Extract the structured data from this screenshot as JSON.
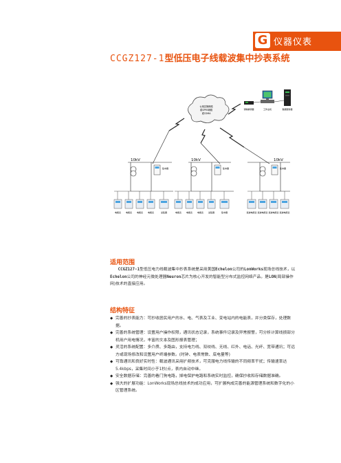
{
  "header": {
    "letter": "G",
    "text": "仪器仪表"
  },
  "title": {
    "code": "CCGZ127-1",
    "name": "型低压电子线载波集中抄表系统"
  },
  "diagram": {
    "cloud_label": [
      "公用交换网络",
      "或GPRS网络",
      "或CDMA"
    ],
    "top_devices": [
      "调制解调器",
      "工作主机",
      "数据服务器"
    ],
    "transformers": [
      "10kV",
      "10kV",
      "10kV"
    ],
    "collector_label": "集中器",
    "meter_groups": [
      [
        "电能表",
        "电能表",
        "电能表",
        "电能表",
        "采集器"
      ],
      [
        "电能表",
        "电能表",
        "电能表",
        "采集器"
      ],
      [
        "载波电能表",
        "载波电能表",
        "载波电能表",
        "载波电能表"
      ]
    ]
  },
  "section1": {
    "title": "适用范围",
    "code": "CCGZ127-1",
    "text_a": "型低压电力线载波集中抄表系统是采用美国",
    "brand1": "Echelon",
    "text_b": "公司的",
    "brand2": "LonWorks",
    "text_c": "现场总线技术，以",
    "brand3": "Echelon",
    "text_d": "公司的神经元微处理器",
    "brand4": "Neuron",
    "text_e": "芯片为核心开发的智能型分布式监控网络产品，是",
    "brand5": "LON",
    "text_f": "(局部操作网)技术的直接应用。"
  },
  "section2": {
    "title": "结构特征",
    "items": [
      "完善的抄表能力：可抄收居民用户的水、电、气表及工业、变电站内的电能表，并分类保存，处理数据。",
      "完善的系统管理：设置用户操作权限，通讯状态记录，系统事件记录及异常报警，可分析计算线损部分机用户用电情况，丰富的文本及图形报表管理；",
      "灵活的系统配置：多介质、多路由，支持电力线、双绞线、无线、红外、电话、光纤、宽带通讯；可远方或现场修改和设置用户终端参数。(时钟、电表常数、底电量等)",
      "可靠通讯和良好实时性：载波通讯采用扩频技术，可克服电力线传输的不同频率干扰；传输速率达5.4kbps，采集时间小于1秒/点，表内自动中继。",
      "安全数据存储：完善的看门狗电路，掉电保护电路和系统实时监控，确保抄收和存储数据准确。",
      "强大的扩展功能：LonWorks现场总线技术的成功应用，可扩展构成完善的能源管理系统和数字化的小区管理系统。"
    ]
  }
}
